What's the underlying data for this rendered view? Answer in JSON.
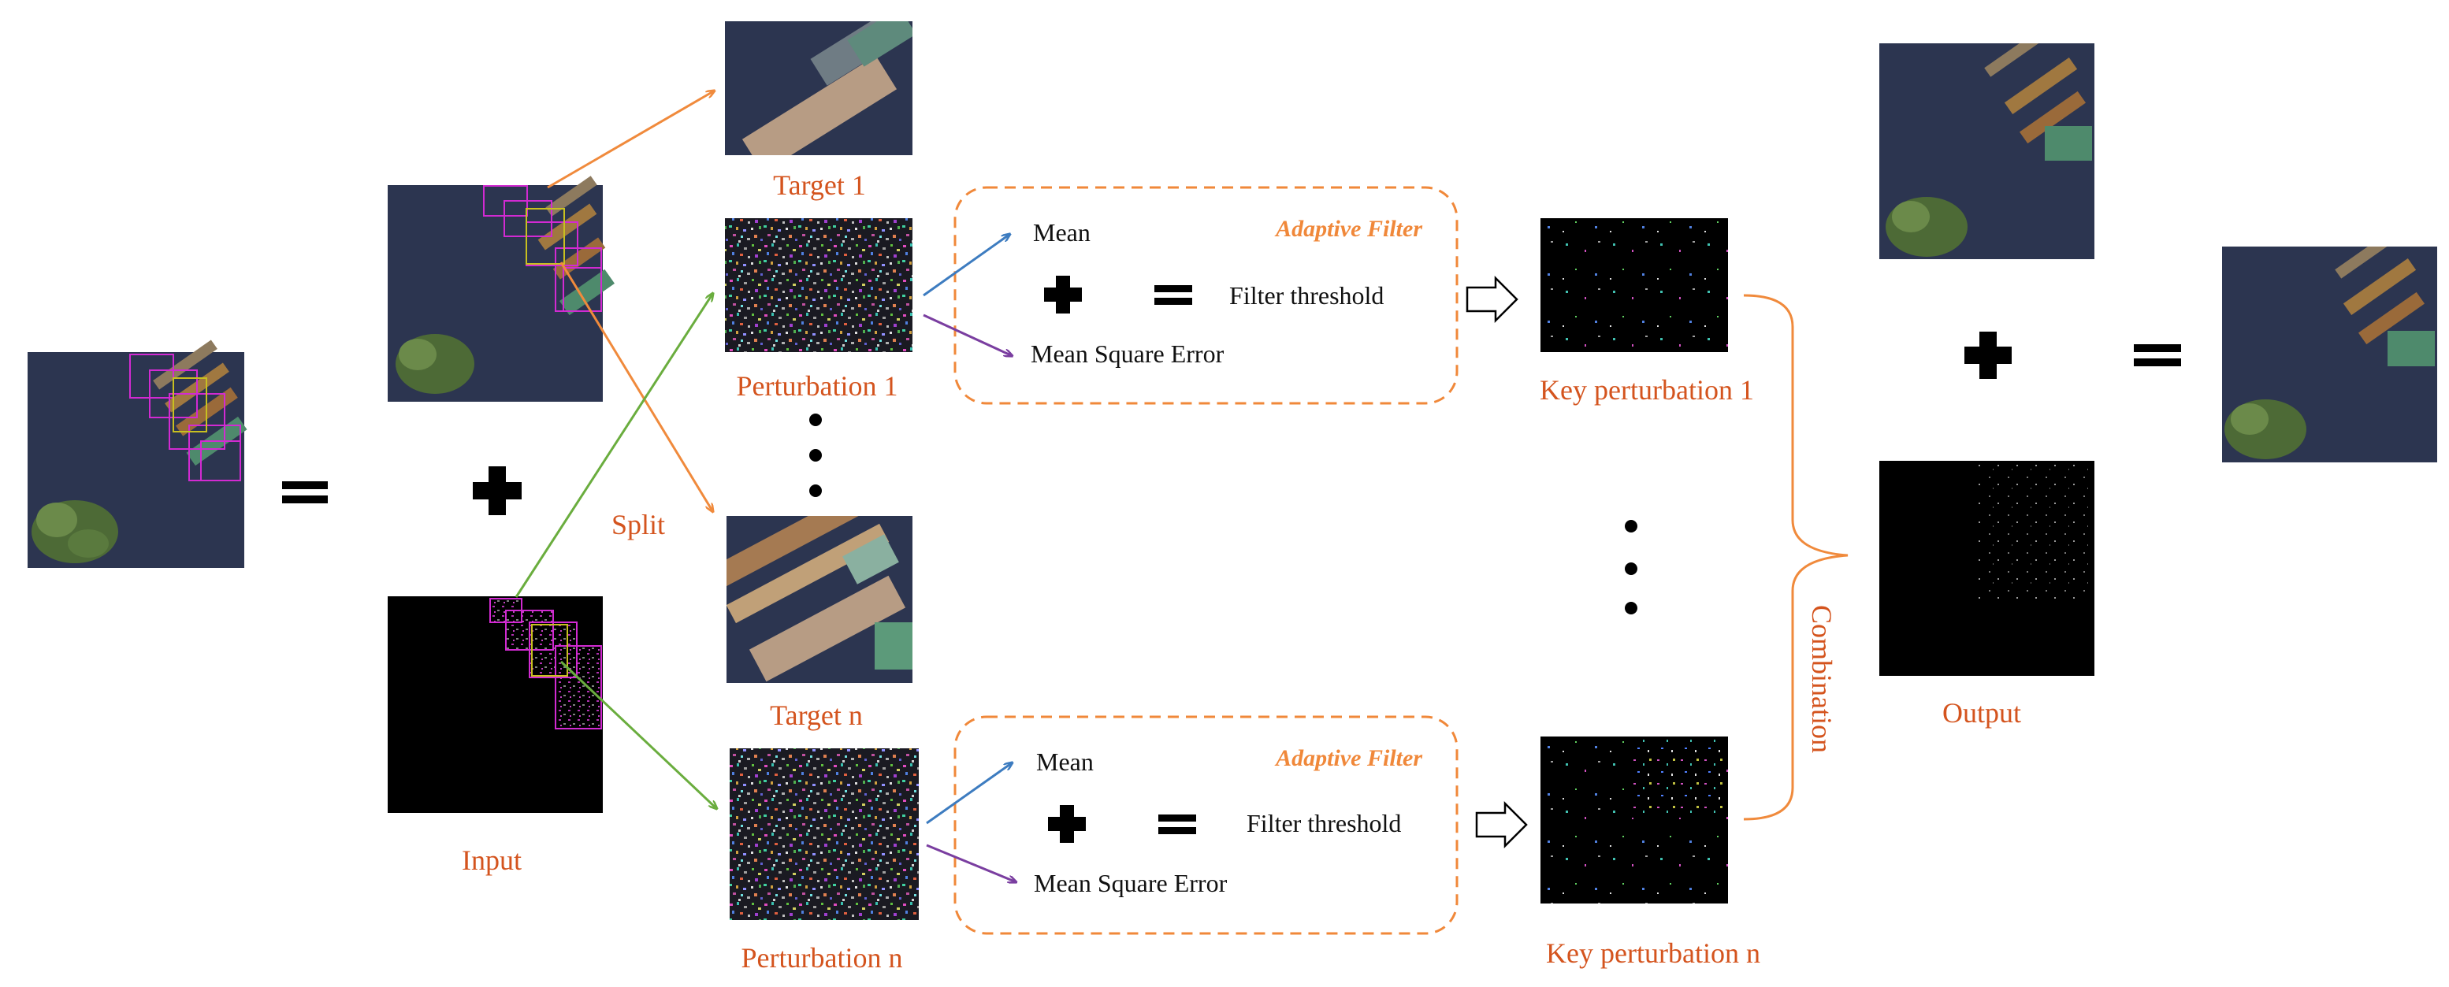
{
  "labels": {
    "target_1": "Target 1",
    "perturbation_1": "Perturbation 1",
    "target_n": "Target n",
    "perturbation_n": "Perturbation n",
    "input": "Input",
    "split": "Split",
    "key_perturbation_1": "Key perturbation 1",
    "key_perturbation_n": "Key perturbation n",
    "combination": "Combination",
    "output": "Output"
  },
  "filter_top": {
    "title": "Adaptive Filter",
    "mean": "Mean",
    "mse": "Mean Square Error",
    "threshold": "Filter threshold"
  },
  "filter_bottom": {
    "title": "Adaptive Filter",
    "mean": "Mean",
    "mse": "Mean Square Error",
    "threshold": "Filter threshold"
  },
  "colors": {
    "label_red": "#d4541e",
    "filter_orange": "#f0883a",
    "arrow_orange": "#f08a3c",
    "arrow_green": "#6aad3e",
    "arrow_blue": "#3d7cc0",
    "arrow_purple": "#7a3ea0",
    "water": "#2c3550",
    "box_magenta": "#d22ad2",
    "box_yellow": "#c8c020"
  },
  "icons": [
    "plus-icon",
    "equals-icon",
    "hollow-arrow-icon",
    "vertical-dots-icon",
    "curly-brace-icon"
  ]
}
